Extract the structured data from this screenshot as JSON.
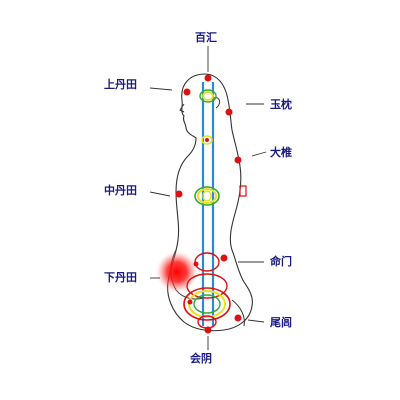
{
  "points": {
    "baihui": "百汇",
    "shangdantian": "上丹田",
    "yuzhen": "玉枕",
    "dazhui": "大椎",
    "zhongdantian": "中丹田",
    "mingmen": "命门",
    "xiadantian": "下丹田",
    "weilv": "尾闾",
    "huiyin": "会阴"
  },
  "colors": {
    "label_text": "#1a1a80",
    "body_outline": "#333333",
    "channel": "#2a8ad8",
    "point": "#dd1111",
    "glow": "#ff0000",
    "ring_yellow": "#e8e020",
    "ring_green": "#33aa33"
  }
}
